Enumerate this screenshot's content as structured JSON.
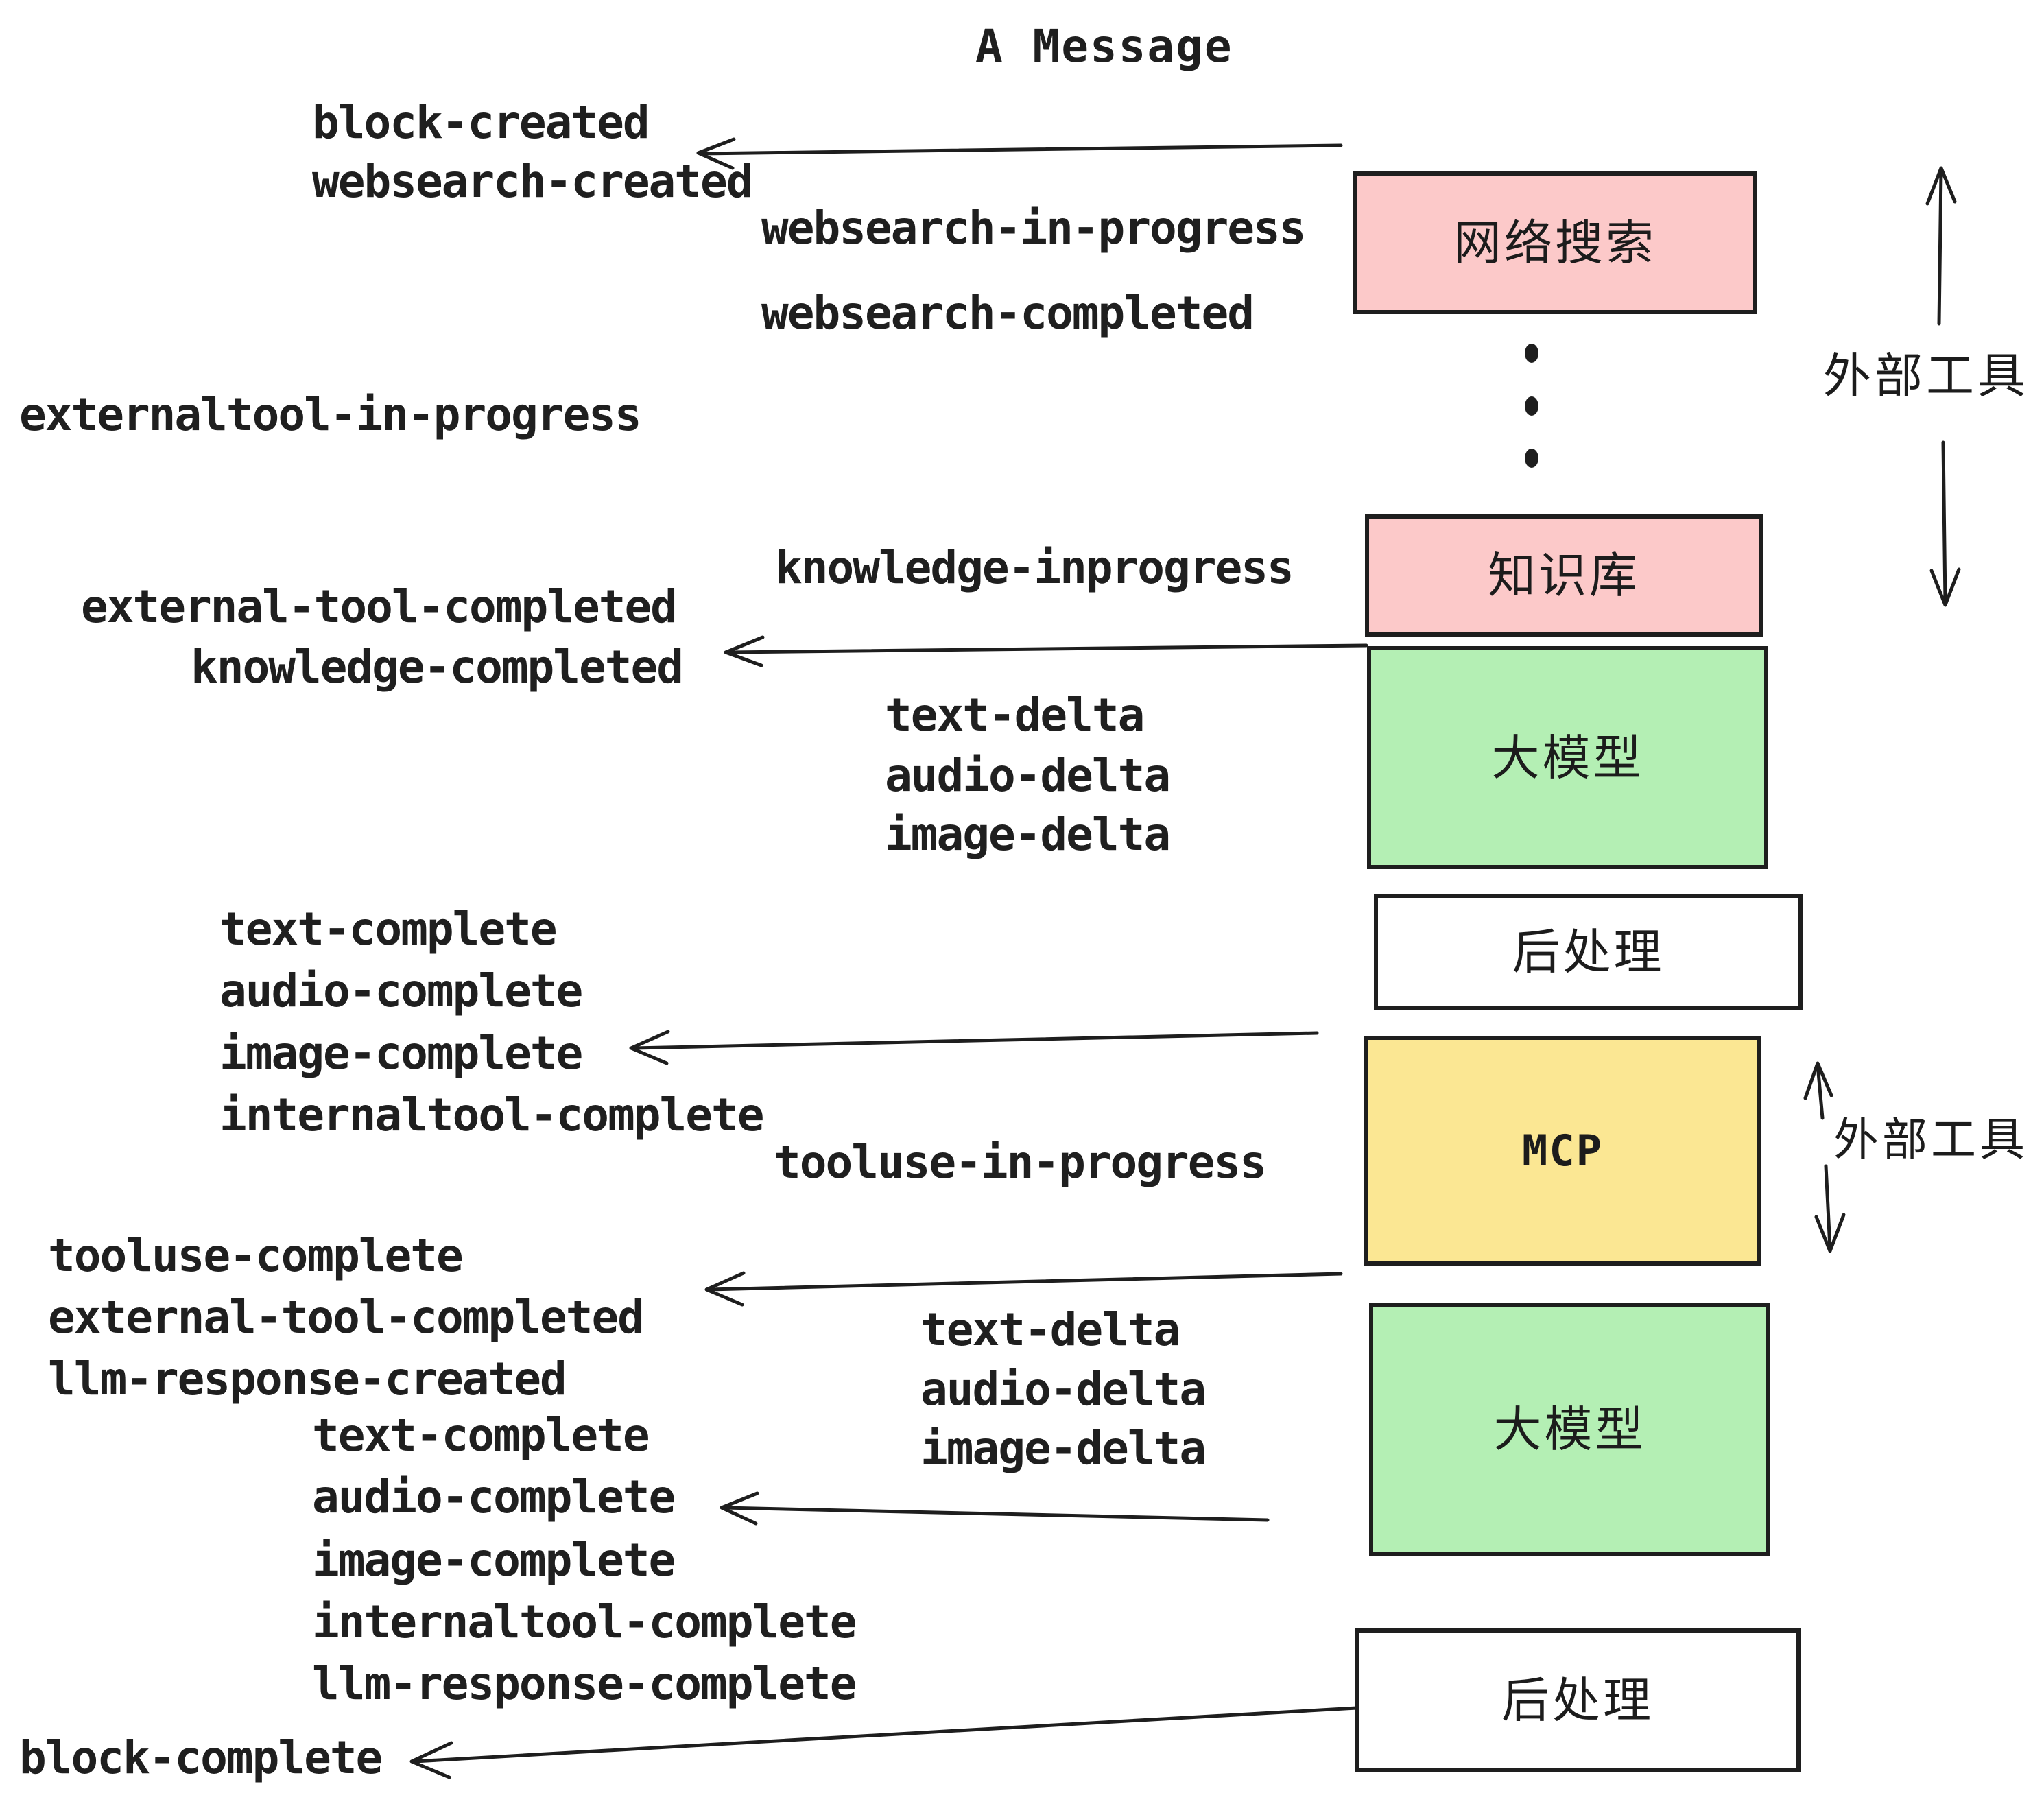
{
  "title": "A Message",
  "labels": {
    "block_created": "block-created",
    "websearch_created": "websearch-created",
    "websearch_in_progress": "websearch-in-progress",
    "websearch_completed": "websearch-completed",
    "externaltool_in_progress": "externaltool-in-progress",
    "knowledge_inprogress": "knowledge-inprogress",
    "external_tool_completed": "external-tool-completed",
    "knowledge_completed": "knowledge-completed",
    "text_delta": "text-delta",
    "audio_delta": "audio-delta",
    "image_delta": "image-delta",
    "text_complete": "text-complete",
    "audio_complete": "audio-complete",
    "image_complete": "image-complete",
    "internaltool_complete": "internaltool-complete",
    "tooluse_in_progress": "tooluse-in-progress",
    "tooluse_complete": "tooluse-complete",
    "external_tool_completed_2": "external-tool-completed",
    "llm_response_created": "llm-response-created",
    "text_delta_2": "text-delta",
    "audio_delta_2": "audio-delta",
    "image_delta_2": "image-delta",
    "text_complete_2": "text-complete",
    "audio_complete_2": "audio-complete",
    "image_complete_2": "image-complete",
    "internaltool_complete_2": "internaltool-complete",
    "llm_response_complete": "llm-response-complete",
    "block_complete": "block-complete"
  },
  "boxes": {
    "websearch": {
      "label": "网络搜索",
      "fill": "#fcc9c9"
    },
    "knowledge": {
      "label": "知识库",
      "fill": "#fcc9c9"
    },
    "llm1": {
      "label": "大模型",
      "fill": "#b4efb4"
    },
    "post1": {
      "label": "后处理",
      "fill": "#ffffff"
    },
    "mcp": {
      "label": "MCP",
      "fill": "#fbe793"
    },
    "llm2": {
      "label": "大模型",
      "fill": "#b4efb4"
    },
    "post2": {
      "label": "后处理",
      "fill": "#ffffff"
    }
  },
  "annotations": {
    "external_tools_top": "外部工具",
    "external_tools_bottom": "外部工具"
  },
  "colors": {
    "box_pink": "#fcc9c9",
    "box_green": "#b4efb4",
    "box_yellow": "#fbe793",
    "box_white": "#ffffff",
    "stroke": "#1e1e1e",
    "text": "#1f1f1f"
  }
}
